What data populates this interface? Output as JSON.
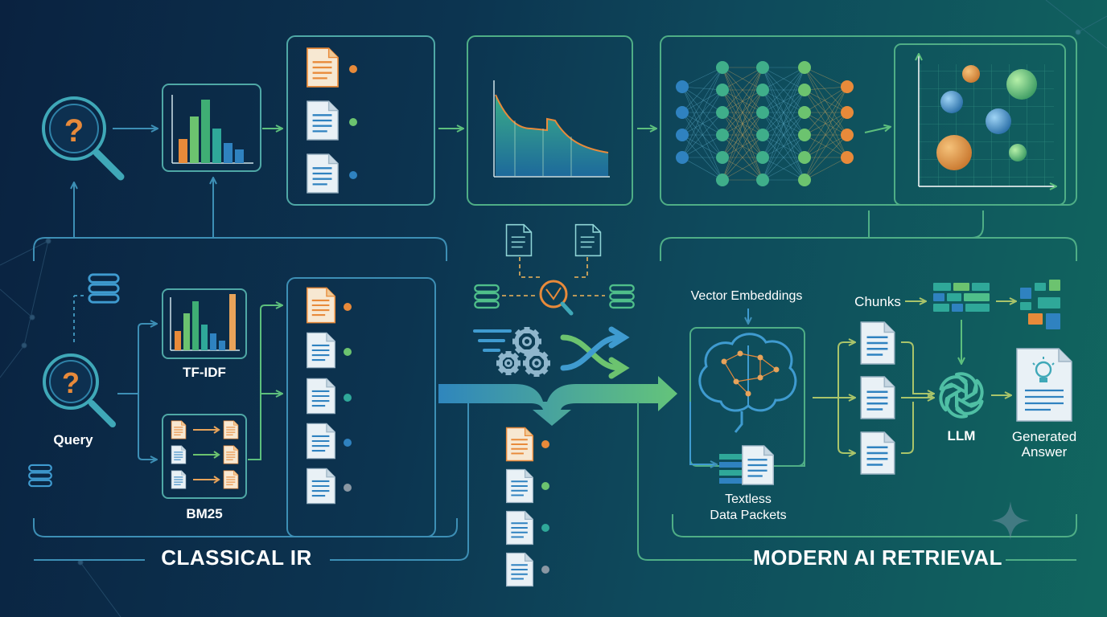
{
  "classical": {
    "query_label": "Query",
    "tfidf_label": "TF-IDF",
    "bm25_label": "BM25",
    "section_title": "CLASSICAL IR"
  },
  "modern": {
    "vector_label": "Vector Embeddings",
    "chunks_label": "Chunks",
    "textless_label_1": "Textless",
    "textless_label_2": "Data Packets",
    "llm_label": "LLM",
    "answer_label_1": "Generated",
    "answer_label_2": "Answer",
    "section_title": "MODERN AI RETRIEVAL"
  },
  "colors": {
    "frame_blue": "#3d8fb5",
    "frame_green": "#4fae86",
    "accent_orange": "#e88a3a",
    "accent_teal": "#2fa899",
    "accent_green": "#6cc36f",
    "accent_blue": "#2f82c0",
    "doc_white": "#e9f1f6"
  },
  "icons": [
    "question-magnifier-icon",
    "database-icon",
    "document-icon",
    "gear-icon",
    "shuffle-icon",
    "brain-icon",
    "llm-knot-icon",
    "lightbulb-icon",
    "sparkle-icon",
    "funnel-icon"
  ]
}
